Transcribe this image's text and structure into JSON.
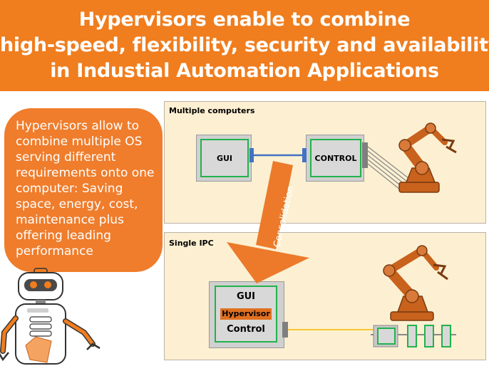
{
  "header": {
    "line1": "Hypervisors enable to combine",
    "line2": "high-speed, flexibility, security and availability",
    "line3": "in Industial Automation Applications"
  },
  "bubble": {
    "text": "Hypervisors allow to combine multiple OS serving different requirements onto one computer: Saving space, energy, cost, maintenance plus offering leading performance"
  },
  "top_panel": {
    "title": "Multiple computers",
    "gui_label": "GUI",
    "control_label": "CONTROL"
  },
  "arrow": {
    "label": "Consolidation"
  },
  "bottom_panel": {
    "title": "Single IPC",
    "gui_label": "GUI",
    "hypervisor_label": "Hypervisor",
    "control_label": "Control"
  },
  "colors": {
    "orange": "#f07d1e",
    "arm_orange": "#c8621c",
    "panel_bg": "#fdf0d2",
    "green": "#22b24c",
    "blue": "#4472c4",
    "yellow_wire": "#f4c21a"
  }
}
